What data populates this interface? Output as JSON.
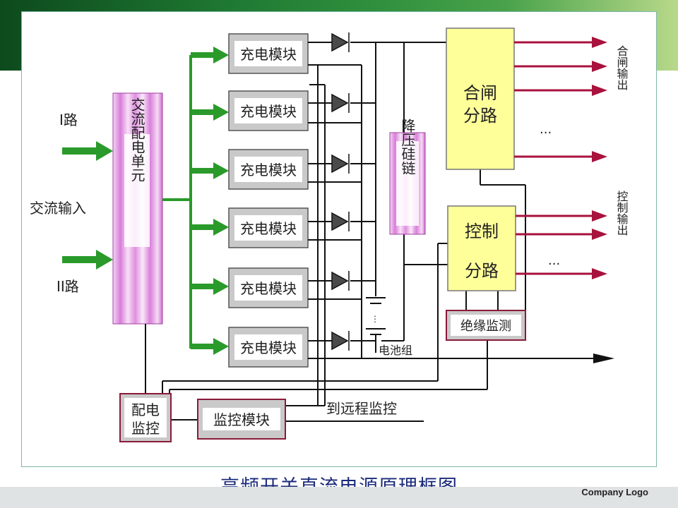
{
  "inputs": {
    "line1": "I路",
    "ac_input": "交流输入",
    "line2": "II路"
  },
  "blocks": {
    "ac_unit": "交流配电单元",
    "charge_module": "充电模块",
    "reducer": "降压硅链",
    "closing_line1": "合闸",
    "closing_line2": "分路",
    "control_line1": "控制",
    "control_line2": "分路",
    "insulation": "绝缘监测",
    "dist_mon_line1": "配电",
    "dist_mon_line2": "监控",
    "monitor": "监控模块"
  },
  "labels": {
    "battery": "电池组",
    "remote": "到远程监控",
    "closing_out": "合闸输出",
    "control_out": "控制输出",
    "dots": "···"
  },
  "caption": "高频开关直流电源原理框图",
  "company_logo": "Company Logo",
  "colors": {
    "green": "#2a9a2a",
    "crimson": "#a8123c",
    "pink": "#e6a4e6",
    "yellow": "#ffff9a"
  }
}
